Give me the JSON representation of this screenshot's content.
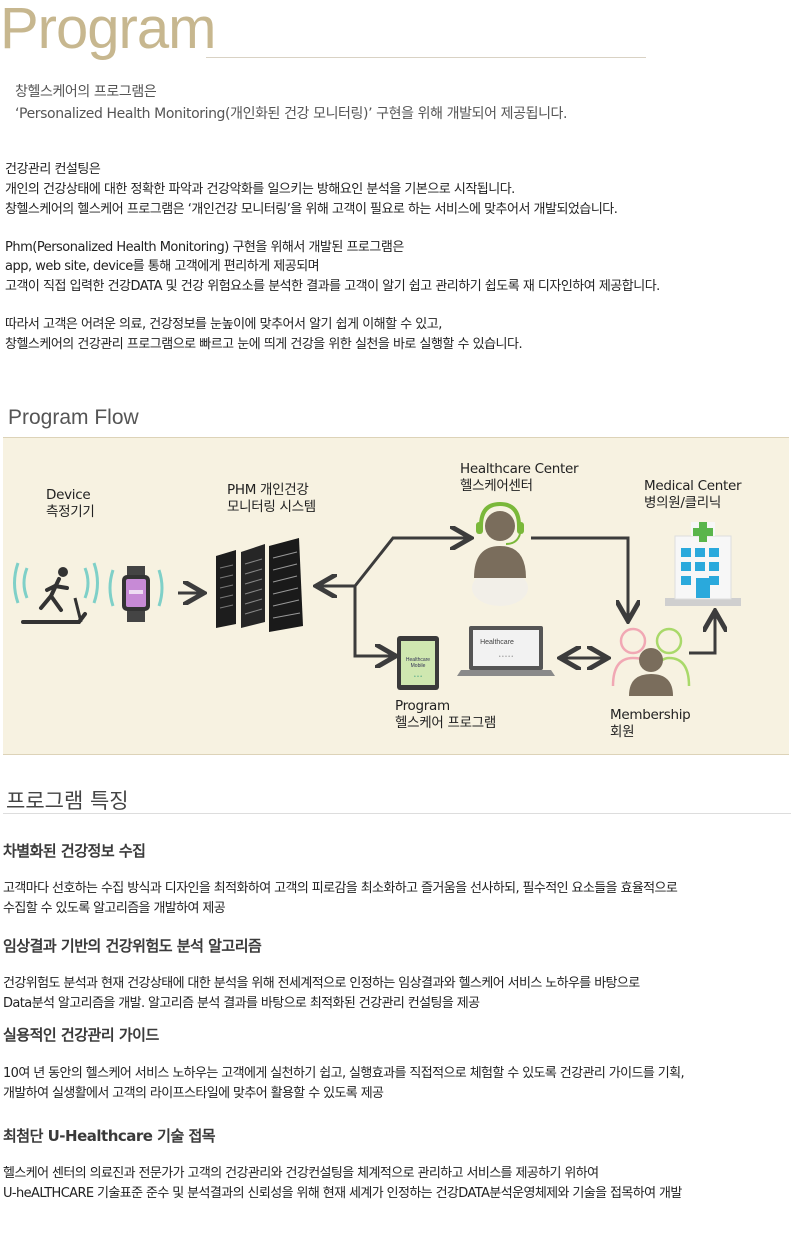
{
  "title": "Program",
  "intro": {
    "line1": "창헬스케어의 프로그램은",
    "line2": "‘Personalized Health Monitoring(개인화된 건강 모니터링)’ 구현을 위해 개발되어 제공됩니다."
  },
  "paragraphs": [
    [
      "건강관리 컨설팅은",
      "개인의 건강상태에 대한 정확한 파악과 건강악화를 일으키는 방해요인 분석을 기본으로 시작됩니다.",
      "창헬스케어의 헬스케어 프로그램은 ‘개인건강 모니터링’을 위해 고객이 필요로 하는 서비스에 맞추어서 개발되었습니다."
    ],
    [
      "Phm(Personalized Health Monitoring) 구현을 위해서 개발된 프로그램은",
      " app, web site, device를 통해 고객에게 편리하게 제공되며",
      "고객이 직접 입력한 건강DATA 및 건강 위험요소를 분석한 결과를 고객이 알기 쉽고 관리하기 쉽도록 재 디자인하여 제공합니다."
    ],
    [
      "따라서 고객은 어려운 의료, 건강정보를 눈높이에 맞추어서 알기 쉽게 이해할 수 있고,",
      "창헬스케어의 건강관리 프로그램으로 빠르고 눈에 띄게 건강을 위한 실천을 바로 실행할 수 있습니다."
    ]
  ],
  "flow": {
    "title": "Program Flow",
    "device": {
      "en": "Device",
      "ko": "측정기기"
    },
    "phm": {
      "en": "PHM 개인건강",
      "ko": "모니터링 시스템"
    },
    "healthcare_center": {
      "en": "Healthcare Center",
      "ko": "헬스케어센터"
    },
    "medical_center": {
      "en": "Medical Center",
      "ko": "병의원/클리닉"
    },
    "program": {
      "en": "Program",
      "ko": "헬스케어 프로그램"
    },
    "membership": {
      "en": "Membership",
      "ko": "회원"
    },
    "laptop_text": "Healthcare",
    "laptop_sub": "• • • • •",
    "tablet_text1": "Healthcare",
    "tablet_text2": "Mobile",
    "tablet_dots": "• • •",
    "colors": {
      "accent": "#c7b78f",
      "arrow": "#3c3c3c",
      "green": "#7ab83a",
      "cross": "#5ab54b",
      "window": "#2aa9dc"
    }
  },
  "features": {
    "title": "프로그램 특징",
    "items": [
      {
        "heading": "차별화된 건강정보 수집",
        "lines": [
          "고객마다 선호하는 수집 방식과 디자인을 최적화하여 고객의 피로감을 최소화하고 즐거움을 선사하되, 필수적인 요소들을 효율적으로",
          "수집할 수 있도록 알고리즘을 개발하여 제공"
        ]
      },
      {
        "heading": "임상결과 기반의 건강위험도 분석 알고리즘",
        "lines": [
          "건강위험도 분석과 현재 건강상태에 대한 분석을 위해 전세계적으로 인정하는 임상결과와 헬스케어 서비스 노하우를 바탕으로",
          "Data분석 알고리즘을 개발. 알고리즘 분석 결과를 바탕으로 최적화된 건강관리 컨설팅을 제공"
        ]
      },
      {
        "heading": "실용적인 건강관리 가이드",
        "lines": [
          "10여 년 동안의 헬스케어 서비스 노하우는 고객에게 실천하기 쉽고, 실행효과를 직접적으로 체험할 수 있도록 건강관리 가이드를 기획,",
          "개발하여 실생활에서 고객의 라이프스타일에 맞추어 활용할 수 있도록 제공"
        ]
      },
      {
        "heading": "최첨단 U-Healthcare 기술 접목",
        "lines": [
          "헬스케어 센터의 의료진과 전문가가 고객의 건강관리와 건강컨설팅을 체계적으로 관리하고 서비스를 제공하기 위하여",
          "U-heALTHCARE 기술표준 준수 및 분석결과의 신뢰성을 위해 현재 세계가 인정하는 건강DATA분석운영체제와 기술을 접목하여 개발"
        ]
      }
    ]
  }
}
